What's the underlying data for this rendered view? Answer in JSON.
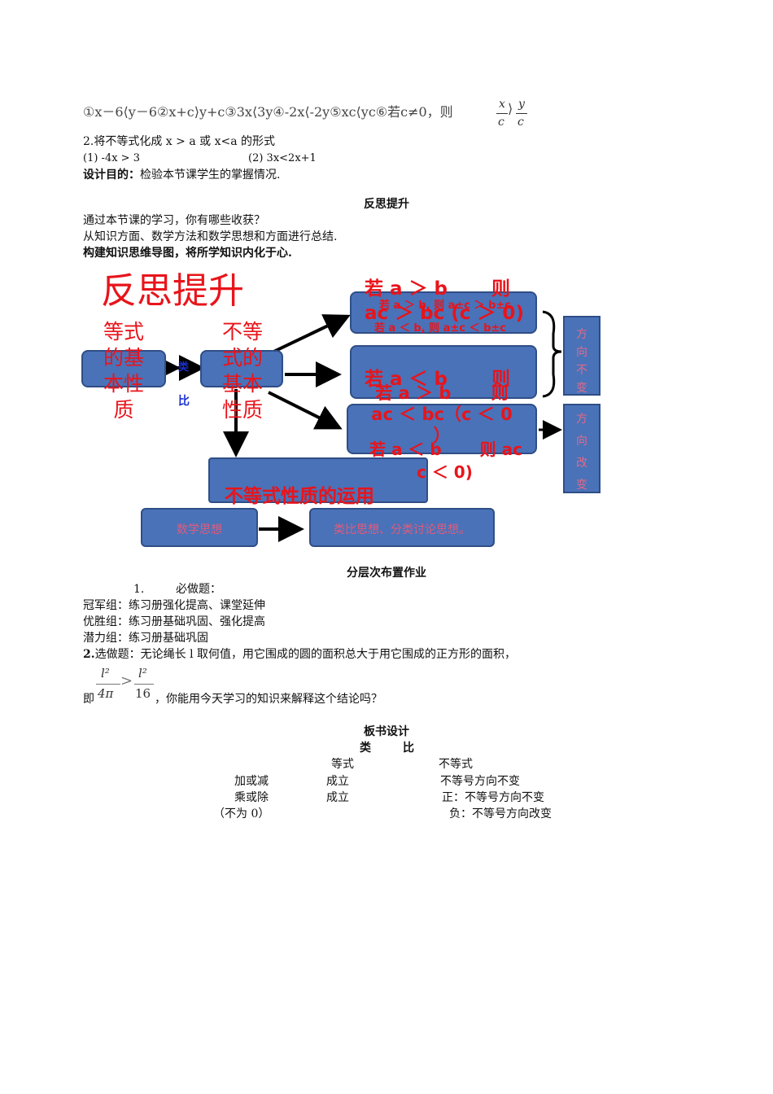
{
  "exercise": {
    "line1_math": "①x－6⟨y－6②x+c⟩y+c③3x⟨3y④-2x⟨-2y⑤xc⟨yc⑥若c≠0，则",
    "line1_frac_x_num": "x",
    "line1_frac_x_den": "c",
    "line1_gt": "⟩",
    "line1_frac_y_num": "y",
    "line1_frac_y_den": "c",
    "q2": "2.将不等式化成 x > a 或 x<a  的形式",
    "q2_part1": "(1) -4x > 3",
    "q2_part2": "(2) 3x<2x+1",
    "purpose_label": "设计目的：",
    "purpose_text": "检验本节课学生的掌握情况."
  },
  "reflection": {
    "heading": "反思提升",
    "line1": "通过本节课的学习，你有哪些收获？",
    "line2": "从知识方面、数学方法和数学思想和方面进行总结.",
    "line3": "构建知识思维导图，将所学知识内化于心."
  },
  "diagram": {
    "title": "反思提升",
    "equality_label": "等式的基本性质",
    "inequality_label": "不等式的基本性质",
    "analogy_top": "类",
    "analogy_bottom": "比",
    "box1_big": "若 a ＞ b 　　则 ac ＞ bc (c ＞ 0)",
    "box1_small_a": "若 a ＞ b, 则 a±c ＞ b±c",
    "box1_small_b": "若 a ＜ b, 则 a±c ＜ b±c",
    "box2_big": "若 a ＜ b 　　则",
    "box2_over": "若 a ＞ b 　　则 ac ＜ bc（c ＜ 0 ）",
    "box3_big": "若 a ＜ b 　　则 ac",
    "box3_tail": "c ＜ 0)",
    "usage_label": "不等式性质的运用",
    "direction_same": "方向不变",
    "direction_change": "方向改变",
    "math_thinking": "数学思想",
    "thinking_methods": "类比思想、分类讨论思想。"
  },
  "homework": {
    "heading": "分层次布置作业",
    "required_num": "1.",
    "required_label": "必做题：",
    "group1": "冠军组：练习册强化提高、课堂延伸",
    "group2": "优胜组：练习册基础巩固、强化提高",
    "group3": "潜力组：练习册基础巩固",
    "optional_label": "2.",
    "optional_text": "选做题：无论绳长 l 取何值，用它围成的圆的面积总大于用它围成的正方形的面积，",
    "formula_prefix": "即",
    "frac1_num": "l²",
    "frac1_den": "4π",
    "frac_gt": ">",
    "frac2_num": "l²",
    "frac2_den": "16",
    "formula_suffix": "，你能用今天学习的知识来解释这个结论吗？"
  },
  "board": {
    "heading": "板书设计",
    "sub_left": "类",
    "sub_right": "比",
    "col_eq": "等式",
    "col_ineq": "不等式",
    "row1_op": "加或减",
    "row1_eq": "成立",
    "row1_ineq": "不等号方向不变",
    "row2_op": "乘或除",
    "row2_eq": "成立",
    "row2_ineq": "正：不等号方向不变",
    "row3_op": "（不为 0）",
    "row3_ineq": "负：不等号方向改变"
  },
  "colors": {
    "box_fill": "#4a72b8",
    "box_border": "#2f4e86",
    "red_text": "#e8141b",
    "pink_text": "#e45a7a",
    "analogy_blue": "#1a2fd0"
  }
}
